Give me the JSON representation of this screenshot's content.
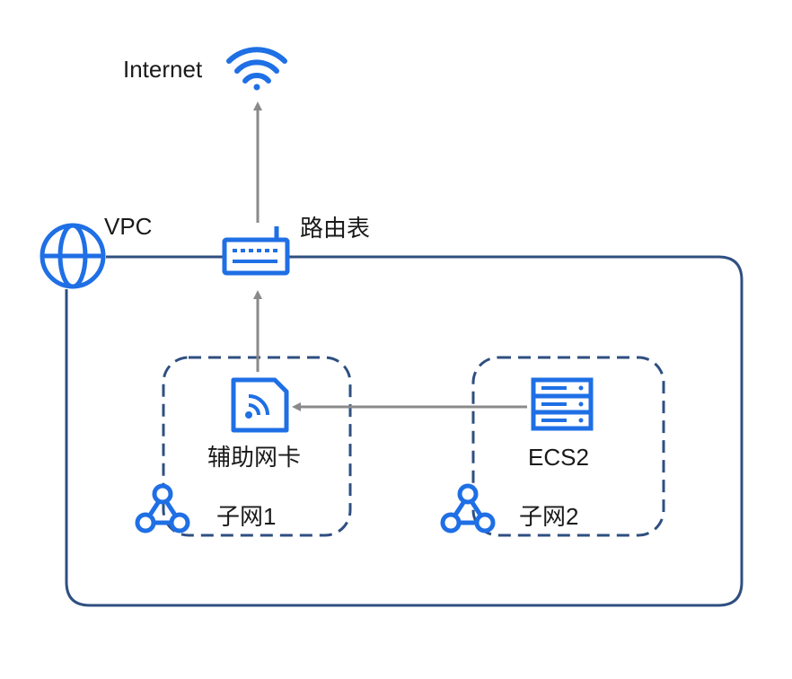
{
  "labels": {
    "internet": "Internet",
    "vpc": "VPC",
    "route_table": "路由表",
    "secondary_nic": "辅助网卡",
    "ecs": "ECS2",
    "subnet1": "子网1",
    "subnet2": "子网2"
  },
  "colors": {
    "icon_blue": "#1f6fe5",
    "vpc_border": "#2f4f80",
    "arrow_gray": "#8a8a8a",
    "text": "#1a1a1a"
  }
}
